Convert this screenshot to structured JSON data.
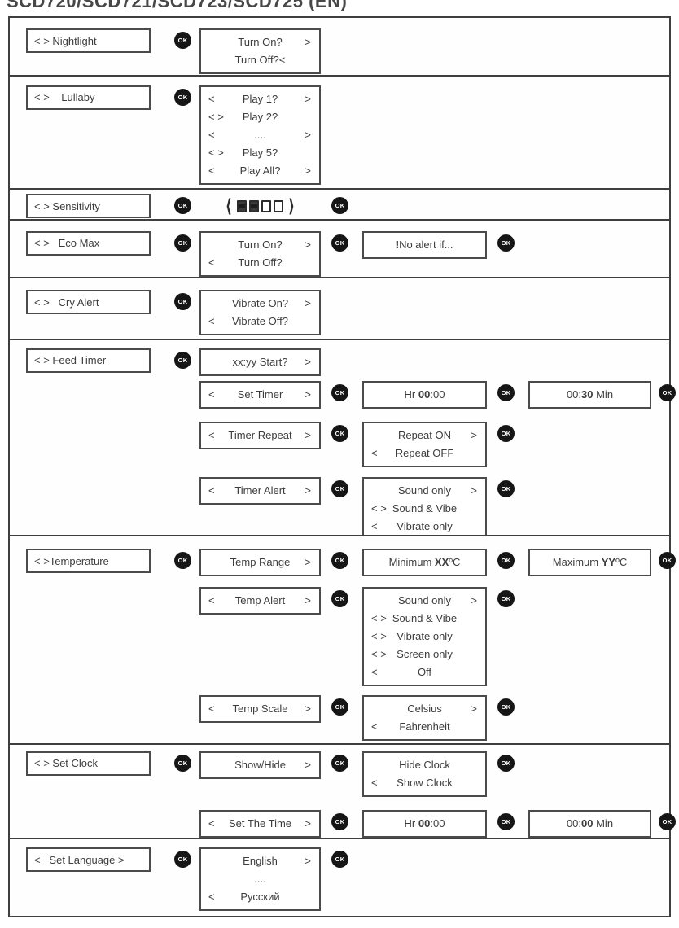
{
  "title": "SCD720/SCD721/SCD723/SCD725 (EN)",
  "ok_label": "OK",
  "colors": {
    "background": "#ffffff",
    "section_border": "#3f3f3f",
    "box_border": "#4b4b4b",
    "text": "#3d3d3d",
    "ok_bg": "#161616",
    "ok_text": "#ffffff"
  },
  "rows": [
    {
      "name": "nightlight",
      "lines": [
        [
          {
            "type": "menu",
            "col": "c1",
            "text": "< > Nightlight"
          },
          {
            "type": "ok",
            "col": "ok1"
          },
          {
            "type": "opts",
            "col": "c2",
            "options": [
              {
                "label": "Turn On?",
                "right": ">"
              },
              {
                "label": "Turn Off?<"
              }
            ]
          }
        ]
      ]
    },
    {
      "name": "lullaby",
      "lines": [
        [
          {
            "type": "menu",
            "col": "c1",
            "text": "< >    Lullaby"
          },
          {
            "type": "ok",
            "col": "ok1"
          },
          {
            "type": "opts",
            "col": "c2",
            "options": [
              {
                "left": "<",
                "label": "Play 1?",
                "right": ">"
              },
              {
                "left": "< >",
                "label": "Play 2?"
              },
              {
                "left": "<",
                "label": "....",
                "right": ">"
              },
              {
                "left": "< >",
                "label": "Play 5?"
              },
              {
                "left": "<",
                "label": "Play All?",
                "right": ">"
              }
            ]
          }
        ]
      ]
    },
    {
      "name": "sensitivity",
      "lines": [
        [
          {
            "type": "menu",
            "col": "c1",
            "text": "< > Sensitivity"
          },
          {
            "type": "ok",
            "col": "ok1"
          },
          {
            "type": "level",
            "col": "c2",
            "filled": 2,
            "total": 4,
            "left_glyph": "⟨",
            "right_glyph": "⟩"
          },
          {
            "type": "ok",
            "col": "ok2"
          }
        ]
      ]
    },
    {
      "name": "eco-max",
      "lines": [
        [
          {
            "type": "menu",
            "col": "c1",
            "text": "< >   Eco Max"
          },
          {
            "type": "ok",
            "col": "ok1"
          },
          {
            "type": "opts",
            "col": "c2",
            "options": [
              {
                "label": "Turn On?",
                "right": ">"
              },
              {
                "left": "<",
                "label": "Turn Off?"
              }
            ]
          },
          {
            "type": "ok",
            "col": "ok2"
          },
          {
            "type": "opts",
            "col": "c3",
            "options": [
              {
                "label": "!No alert if..."
              }
            ]
          },
          {
            "type": "ok",
            "col": "ok3"
          }
        ]
      ]
    },
    {
      "name": "cry-alert",
      "lines": [
        [
          {
            "type": "menu",
            "col": "c1",
            "text": "< >   Cry Alert"
          },
          {
            "type": "ok",
            "col": "ok1"
          },
          {
            "type": "opts",
            "col": "c2",
            "options": [
              {
                "label": "Vibrate On?",
                "right": ">"
              },
              {
                "left": "<",
                "label": "Vibrate Off?"
              }
            ]
          }
        ]
      ]
    },
    {
      "name": "feed-timer",
      "lines": [
        [
          {
            "type": "menu",
            "col": "c1",
            "text": "< > Feed Timer"
          },
          {
            "type": "ok",
            "col": "ok1"
          },
          {
            "type": "opts",
            "col": "c2",
            "options": [
              {
                "label": "xx:yy Start?",
                "right": ">"
              }
            ]
          }
        ],
        [
          {
            "type": "opts",
            "col": "c2",
            "options": [
              {
                "left": "<",
                "label": "Set Timer",
                "right": ">"
              }
            ]
          },
          {
            "type": "ok",
            "col": "ok2"
          },
          {
            "type": "opts",
            "col": "c3",
            "options": [
              {
                "parts": [
                  {
                    "t": "Hr "
                  },
                  {
                    "t": "00",
                    "b": true
                  },
                  {
                    "t": ":00"
                  }
                ]
              }
            ]
          },
          {
            "type": "ok",
            "col": "ok3"
          },
          {
            "type": "opts",
            "col": "c4",
            "options": [
              {
                "parts": [
                  {
                    "t": "00:"
                  },
                  {
                    "t": "30",
                    "b": true
                  },
                  {
                    "t": " Min"
                  }
                ]
              }
            ]
          },
          {
            "type": "ok",
            "col": "ok4"
          }
        ],
        [
          {
            "type": "opts",
            "col": "c2",
            "options": [
              {
                "left": "<",
                "label": "Timer Repeat",
                "right": ">"
              }
            ]
          },
          {
            "type": "ok",
            "col": "ok2"
          },
          {
            "type": "opts",
            "col": "c3",
            "options": [
              {
                "label": "Repeat ON",
                "right": ">"
              },
              {
                "left": "<",
                "label": "Repeat OFF"
              }
            ]
          },
          {
            "type": "ok",
            "col": "ok3"
          }
        ],
        [
          {
            "type": "opts",
            "col": "c2",
            "options": [
              {
                "left": "<",
                "label": "Timer Alert",
                "right": ">"
              }
            ]
          },
          {
            "type": "ok",
            "col": "ok2"
          },
          {
            "type": "opts",
            "col": "c3",
            "options": [
              {
                "label": "Sound only",
                "right": ">"
              },
              {
                "left": "< >",
                "label": "Sound & Vibe"
              },
              {
                "left": "<",
                "label": "Vibrate only"
              }
            ]
          },
          {
            "type": "ok",
            "col": "ok3"
          }
        ]
      ]
    },
    {
      "name": "temperature",
      "lines": [
        [
          {
            "type": "menu",
            "col": "c1",
            "text": "< >Temperature"
          },
          {
            "type": "ok",
            "col": "ok1"
          },
          {
            "type": "opts",
            "col": "c2",
            "options": [
              {
                "label": "Temp Range",
                "right": ">"
              }
            ]
          },
          {
            "type": "ok",
            "col": "ok2"
          },
          {
            "type": "opts",
            "col": "c3",
            "options": [
              {
                "parts": [
                  {
                    "t": "Minimum "
                  },
                  {
                    "t": "XX",
                    "b": true
                  },
                  {
                    "t": "ºC"
                  }
                ]
              }
            ]
          },
          {
            "type": "ok",
            "col": "ok3"
          },
          {
            "type": "opts",
            "col": "c4",
            "options": [
              {
                "parts": [
                  {
                    "t": "Maximum "
                  },
                  {
                    "t": "YY",
                    "b": true
                  },
                  {
                    "t": "ºC"
                  }
                ]
              }
            ]
          },
          {
            "type": "ok",
            "col": "ok4"
          }
        ],
        [
          {
            "type": "opts",
            "col": "c2",
            "options": [
              {
                "left": "<",
                "label": "Temp Alert",
                "right": ">"
              }
            ]
          },
          {
            "type": "ok",
            "col": "ok2"
          },
          {
            "type": "opts",
            "col": "c3",
            "options": [
              {
                "label": "Sound only",
                "right": ">"
              },
              {
                "left": "< >",
                "label": "Sound & Vibe"
              },
              {
                "left": "< >",
                "label": "Vibrate only"
              },
              {
                "left": "< >",
                "label": "Screen only"
              },
              {
                "left": "<",
                "label": "Off"
              }
            ]
          },
          {
            "type": "ok",
            "col": "ok3"
          }
        ],
        [
          {
            "type": "opts",
            "col": "c2",
            "options": [
              {
                "left": "<",
                "label": "Temp Scale",
                "right": ">"
              }
            ]
          },
          {
            "type": "ok",
            "col": "ok2"
          },
          {
            "type": "opts",
            "col": "c3",
            "options": [
              {
                "label": "Celsius",
                "right": ">"
              },
              {
                "left": "<",
                "label": "Fahrenheit"
              }
            ]
          },
          {
            "type": "ok",
            "col": "ok3"
          }
        ]
      ]
    },
    {
      "name": "set-clock",
      "lines": [
        [
          {
            "type": "menu",
            "col": "c1",
            "text": "< > Set Clock"
          },
          {
            "type": "ok",
            "col": "ok1"
          },
          {
            "type": "opts",
            "col": "c2",
            "options": [
              {
                "label": "Show/Hide",
                "right": ">"
              }
            ]
          },
          {
            "type": "ok",
            "col": "ok2"
          },
          {
            "type": "opts",
            "col": "c3",
            "options": [
              {
                "label": "Hide Clock"
              },
              {
                "left": "<",
                "label": "Show Clock"
              }
            ]
          },
          {
            "type": "ok",
            "col": "ok3"
          }
        ],
        [
          {
            "type": "opts",
            "col": "c2",
            "options": [
              {
                "left": "<",
                "label": "Set The Time",
                "right": ">"
              }
            ]
          },
          {
            "type": "ok",
            "col": "ok2"
          },
          {
            "type": "opts",
            "col": "c3",
            "options": [
              {
                "parts": [
                  {
                    "t": "Hr "
                  },
                  {
                    "t": "00",
                    "b": true
                  },
                  {
                    "t": ":00"
                  }
                ]
              }
            ]
          },
          {
            "type": "ok",
            "col": "ok3"
          },
          {
            "type": "opts",
            "col": "c4",
            "options": [
              {
                "parts": [
                  {
                    "t": "00:"
                  },
                  {
                    "t": "00",
                    "b": true
                  },
                  {
                    "t": " Min"
                  }
                ]
              }
            ]
          },
          {
            "type": "ok",
            "col": "ok4"
          }
        ]
      ]
    },
    {
      "name": "set-language",
      "lines": [
        [
          {
            "type": "menu",
            "col": "c1",
            "text": "<   Set Language >"
          },
          {
            "type": "ok",
            "col": "ok1"
          },
          {
            "type": "opts",
            "col": "c2",
            "options": [
              {
                "label": "English",
                "right": ">"
              },
              {
                "label": "...."
              },
              {
                "left": "<",
                "label": "Русский"
              }
            ]
          },
          {
            "type": "ok",
            "col": "ok2"
          }
        ]
      ]
    }
  ]
}
